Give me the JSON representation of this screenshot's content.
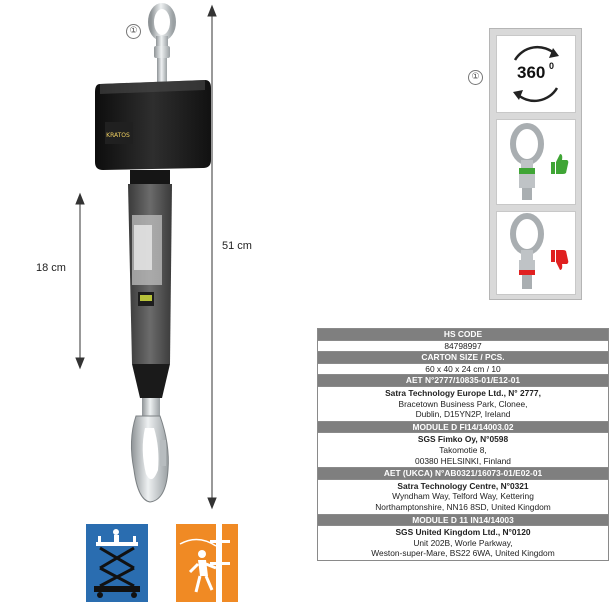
{
  "callout": {
    "marker": "①"
  },
  "dimensions": {
    "overall_length": "51 cm",
    "webbing_length": "18 cm"
  },
  "swivel_panel": {
    "marker": "①",
    "rotation_label": "360",
    "rotation_unit": "0"
  },
  "brand": {
    "logo_text": "KRATOS"
  },
  "colors": {
    "header_gray": "#7f7f7f",
    "approve_green": "#3fa535",
    "reject_red": "#e02020",
    "housing_black": "#1c1c1c",
    "pict_blue": "#2a6db0",
    "pict_orange": "#f08a24"
  },
  "spec_table": {
    "hs_code_header": "HS CODE",
    "hs_code_value": "84798997",
    "carton_header": "CARTON SIZE / PCS.",
    "carton_value": "60 x 40 x 24 cm / 10",
    "aet_header": "AET N°2777/10835-01/E12-01",
    "aet_lines": [
      "Satra Technology Europe Ltd., N° 2777,",
      "Bracetown Business Park, Clonee,",
      "Dublin, D15YN2P, Ireland"
    ],
    "module_d_header": "MODULE D FI14/14003.02",
    "module_d_lines": [
      "SGS Fimko Oy, N°0598",
      "Takomotie 8,",
      "00380 HELSINKI, Finland"
    ],
    "ukca_header": "AET (UKCA) N°AB0321/16073-01/E02-01",
    "ukca_lines": [
      "Satra Technology Centre, N°0321",
      "Wyndham Way, Telford Way, Kettering",
      "Northamptonshire, NN16 8SD, United Kingdom"
    ],
    "module_d11_header": "MODULE D 11 IN14/14003",
    "module_d11_lines": [
      "SGS United Kingdom Ltd., N°0120",
      "Unit 202B, Worle Parkway,",
      "Weston-super-Mare, BS22 6WA, United Kingdom"
    ]
  }
}
